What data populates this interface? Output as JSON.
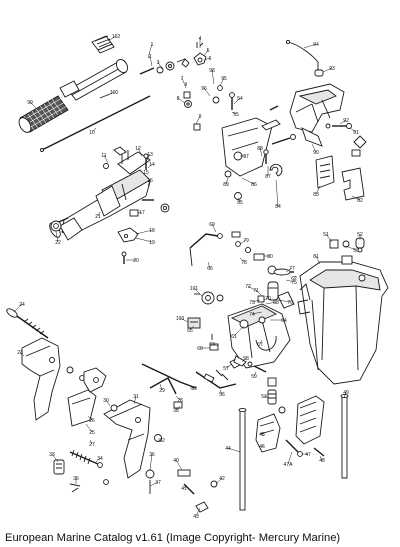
{
  "caption": "European Marine Catalog v1.61 (Image Copyright- Mercury Marine)",
  "callouts": [
    "102",
    "1",
    "2",
    "3",
    "4",
    "5",
    "6",
    "7",
    "8",
    "9",
    "10",
    "11",
    "12",
    "13",
    "14",
    "15",
    "16",
    "17",
    "18",
    "19",
    "20",
    "21",
    "22",
    "23",
    "24",
    "25",
    "26",
    "27",
    "28",
    "29",
    "30",
    "31",
    "32",
    "33",
    "34",
    "35",
    "36",
    "37",
    "38",
    "39",
    "40",
    "41",
    "42",
    "43",
    "44",
    "45",
    "46",
    "47",
    "47A",
    "48",
    "49",
    "50",
    "51",
    "52",
    "53",
    "54",
    "55",
    "56",
    "57",
    "58",
    "59",
    "60",
    "61",
    "62",
    "63",
    "64",
    "65",
    "66",
    "67",
    "68",
    "69",
    "70",
    "71",
    "72",
    "73",
    "74",
    "75",
    "76",
    "77",
    "78",
    "79",
    "80",
    "81",
    "82",
    "83",
    "84",
    "85",
    "86",
    "87",
    "88",
    "89",
    "90",
    "91",
    "92",
    "93",
    "94",
    "95",
    "96",
    "97",
    "98",
    "99",
    "100",
    "101",
    "103"
  ]
}
